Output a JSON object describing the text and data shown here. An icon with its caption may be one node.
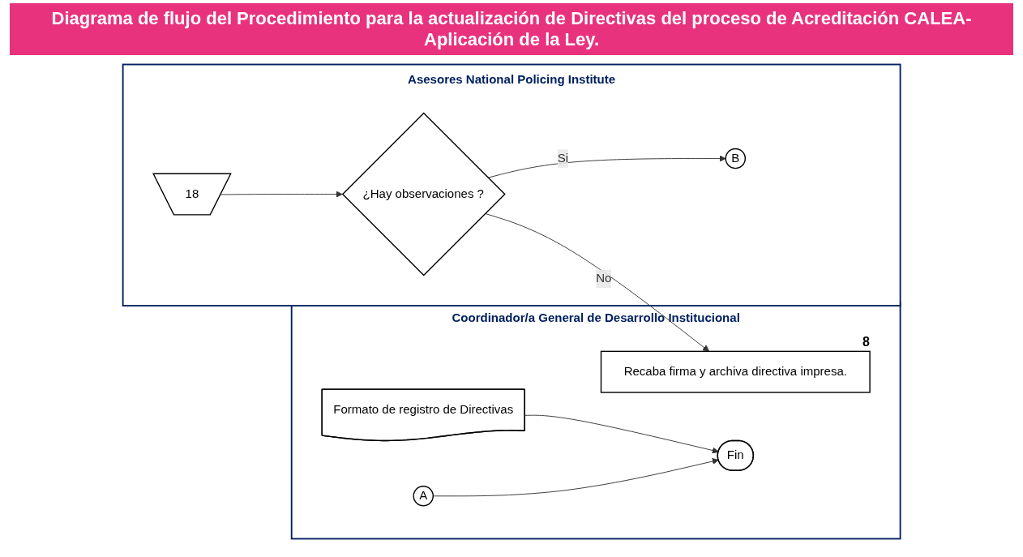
{
  "diagram": {
    "title": "Diagrama de flujo del Procedimiento para la actualización de Directivas del proceso de Acreditación CALEA-Aplicación de la Ley.",
    "nodes": [
      {
        "text": [
          "Asesores National Policing Institute"
        ]
      },
      {
        "text": [
          "Coordinador/a General de Desarrollo Institucional"
        ]
      },
      {
        "text": [
          "18"
        ],
        "in": 0
      },
      {
        "text": [
          "¿Hay observaciones ?"
        ],
        "in": 0
      },
      {
        "text": [
          "Recaba firma y archiva directiva impresa."
        ],
        "beside": [
          "8"
        ],
        "in": 1
      },
      {
        "text": [
          "Formato de registro de Directivas"
        ],
        "in": 1
      },
      {
        "text": [
          "B"
        ],
        "in": 0
      },
      {
        "text": [
          "A"
        ],
        "in": 1
      },
      {
        "text": [
          "Fin"
        ],
        "in": 1
      }
    ],
    "edges": [
      {
        "from": 2,
        "to": 3,
        "arrow": "to"
      },
      {
        "from": 3,
        "to": 4,
        "arrow": "to",
        "label": "No"
      },
      {
        "from": 3,
        "to": 6,
        "arrow": "to",
        "label": "Si"
      },
      {
        "from": 5,
        "to": 8,
        "arrow": "to"
      },
      {
        "from": 7,
        "to": 8,
        "arrow": "to"
      }
    ]
  }
}
